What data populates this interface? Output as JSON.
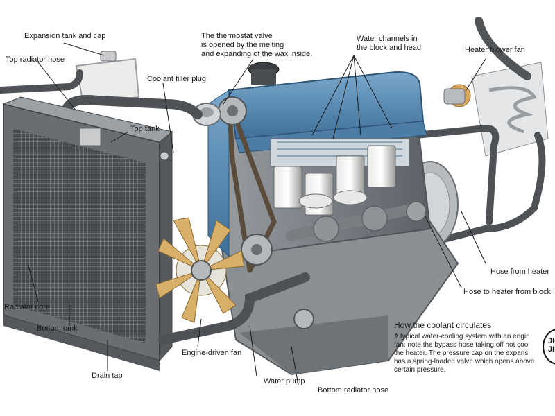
{
  "labels": {
    "expansion_tank": "Expansion tank and cap",
    "top_radiator_hose": "Top radiator hose",
    "thermostat": "The thermostat valve\nis opened by the melting\nand expanding of the wax inside.",
    "water_channels": "Water channels in\nthe block and head",
    "heater_blower_fan": "Heater blower fan",
    "coolant_filler_plug": "Coolant filler plug",
    "top_tank": "Top tank",
    "hose_from_heater": "Hose from heater",
    "hose_to_heater": "Hose to heater from block.",
    "radiator_core": "Radiator core",
    "bottom_tank": "Bottom tank",
    "drain_tap": "Drain tap",
    "engine_driven_fan": "Engine-driven fan",
    "water_pump": "Water pump",
    "bottom_radiator_hose": "Bottom radiator hose"
  },
  "caption": {
    "title": "How the coolant circulates",
    "body": "A typical water-cooling system with an engin\nfan: note the bypass hose taking off hot coo\nthe heater. The pressure cap on the expans\nhas a spring-loaded valve which opens above\ncertain pressure."
  },
  "badge": {
    "text": "JIC\nJIF"
  },
  "colors": {
    "engine_blue": "#5f8fb8",
    "radiator_grey": "#6a6e72",
    "hose_grey": "#4e5257",
    "fan_tan": "#d8b06a",
    "metal_light": "#c9cbcc",
    "oil_pan": "#8a8f93"
  }
}
